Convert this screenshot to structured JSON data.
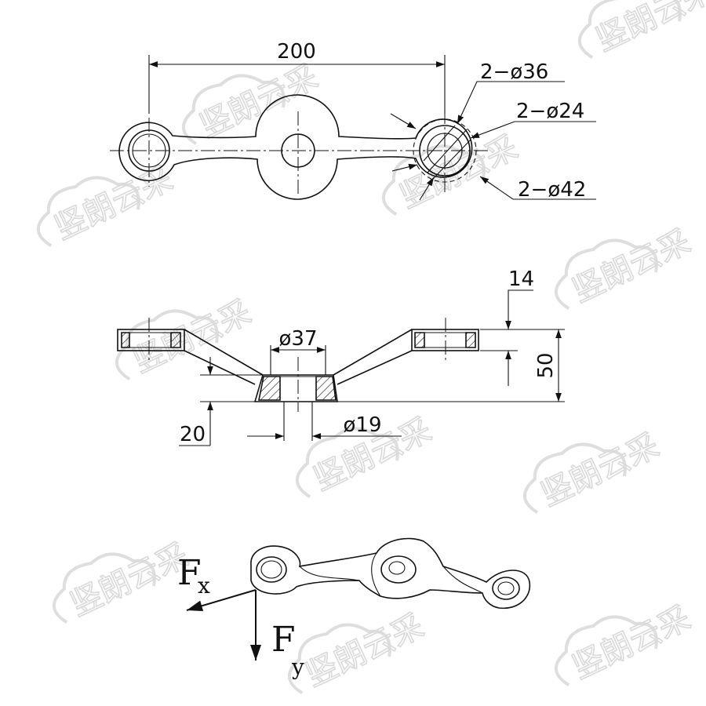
{
  "watermark": {
    "text": "竖朗云采"
  },
  "plan_view": {
    "length_label": "200",
    "hole_36_label": "2−ø36",
    "hole_24_label": "2−ø24",
    "hole_42_label": "2−ø42"
  },
  "side_view": {
    "thickness_label": "14",
    "height_label": "50",
    "center_bore_label": "ø37",
    "center_hole_label": "ø19",
    "drop_label": "20"
  },
  "isometric_view": {
    "force_x_main": "F",
    "force_x_sub": "x",
    "force_y_main": "F",
    "force_y_sub": "y"
  }
}
